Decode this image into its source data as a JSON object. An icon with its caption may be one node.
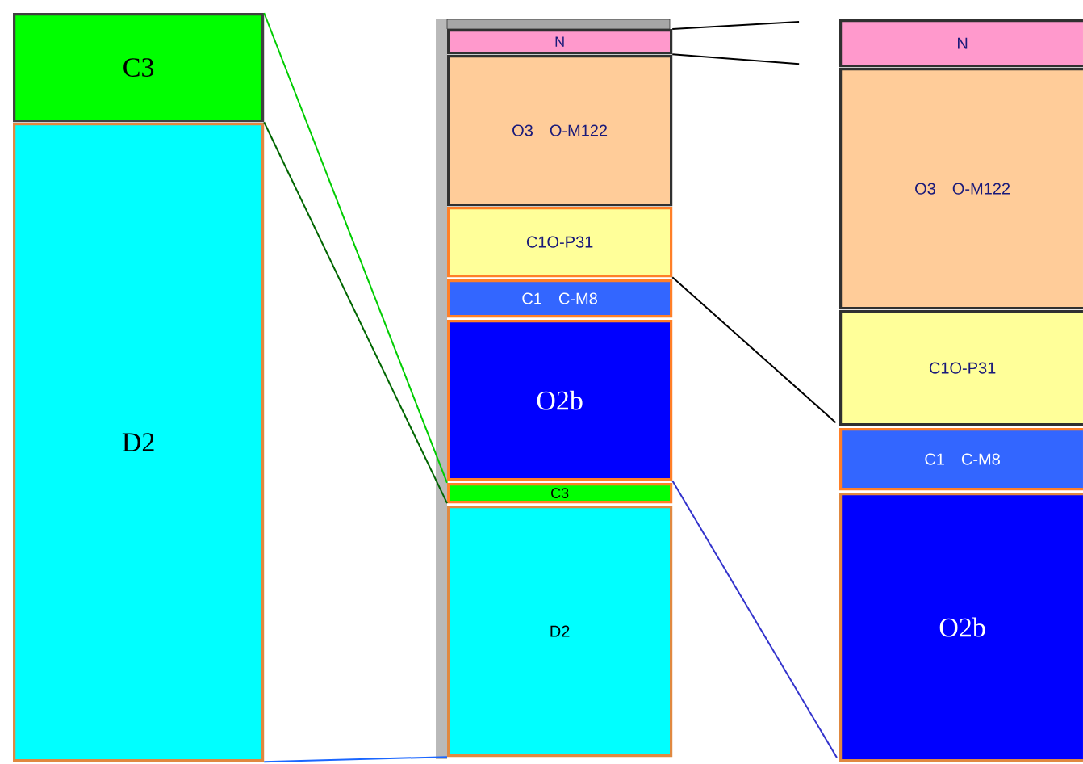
{
  "diagram": {
    "nodes": [
      {
        "text": [
          "C3"
        ]
      },
      {
        "text": [
          "D2"
        ]
      },
      {
        "text": [
          "N"
        ]
      },
      {
        "text": [
          "O3",
          "O-M122"
        ]
      },
      {
        "text": [
          "C1O-P31"
        ]
      },
      {
        "text": [
          "C1",
          "C-M8"
        ]
      },
      {
        "text": [
          "O2b"
        ]
      },
      {
        "text": [
          "C3"
        ]
      },
      {
        "text": [
          "D2"
        ]
      },
      {
        "text": [
          "N"
        ]
      },
      {
        "text": [
          "O3",
          "O-M122"
        ]
      },
      {
        "text": [
          "C1O-P31"
        ]
      },
      {
        "text": [
          "C1",
          "C-M8"
        ]
      },
      {
        "text": [
          "O2b"
        ]
      }
    ],
    "edges": [
      {
        "from": 0,
        "to": 7,
        "arrow": "none",
        "color": "#00cc00"
      },
      {
        "from": 0,
        "to": 7,
        "arrow": "none",
        "color": "#006600"
      },
      {
        "from": 1,
        "to": 8,
        "arrow": "none",
        "color": "#1a66ff"
      },
      {
        "from": 2,
        "to": 9,
        "arrow": "none"
      },
      {
        "from": 2,
        "to": 9,
        "arrow": "none"
      },
      {
        "from": 4,
        "to": 11,
        "arrow": "none"
      },
      {
        "from": 6,
        "to": 13,
        "arrow": "none",
        "color": "#3333cc"
      }
    ]
  }
}
